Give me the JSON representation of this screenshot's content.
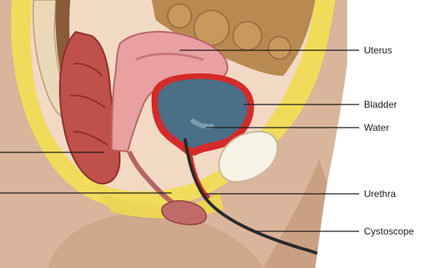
{
  "labels": {
    "uterus": "Uterus",
    "bladder": "Bladder",
    "water": "Water",
    "urethra": "Urethra",
    "cystoscope": "Cystoscope"
  },
  "colors": {
    "background": "#ffffff",
    "skin": "#d8b59b",
    "fat": "#f0dc5a",
    "muscle": "#c94a4a",
    "bladder_fill": "#4a6f86",
    "bladder_wall": "#d42a2a",
    "uterus": "#e9a0a0",
    "cystoscope": "#2a2a2a",
    "leader_line": "#1a1a1a"
  }
}
